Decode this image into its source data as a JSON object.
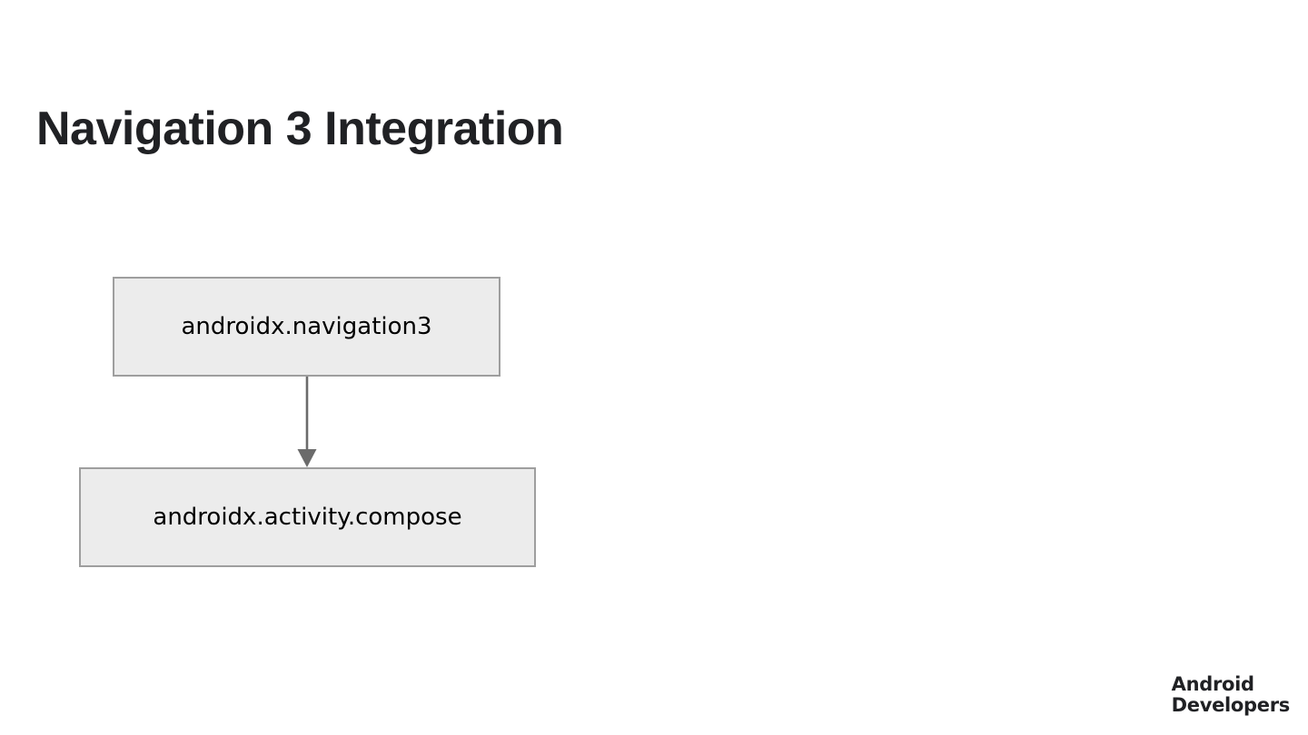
{
  "slide": {
    "title": "Navigation 3 Integration",
    "background_color": "#ffffff",
    "title_color": "#202124"
  },
  "diagram": {
    "type": "dependency-graph",
    "node_fill_color": "#ececec",
    "node_border_color": "#9e9e9e",
    "edge_color": "#6b6b6b",
    "nodes": [
      {
        "id": "nav3",
        "label": "androidx.navigation3"
      },
      {
        "id": "activity-compose",
        "label": "androidx.activity.compose"
      }
    ],
    "edges": [
      {
        "from": "nav3",
        "to": "activity-compose",
        "arrowhead": "filled-triangle",
        "direction": "down"
      }
    ]
  },
  "branding": {
    "logo_line1": "Android",
    "logo_line2": "Developers"
  }
}
